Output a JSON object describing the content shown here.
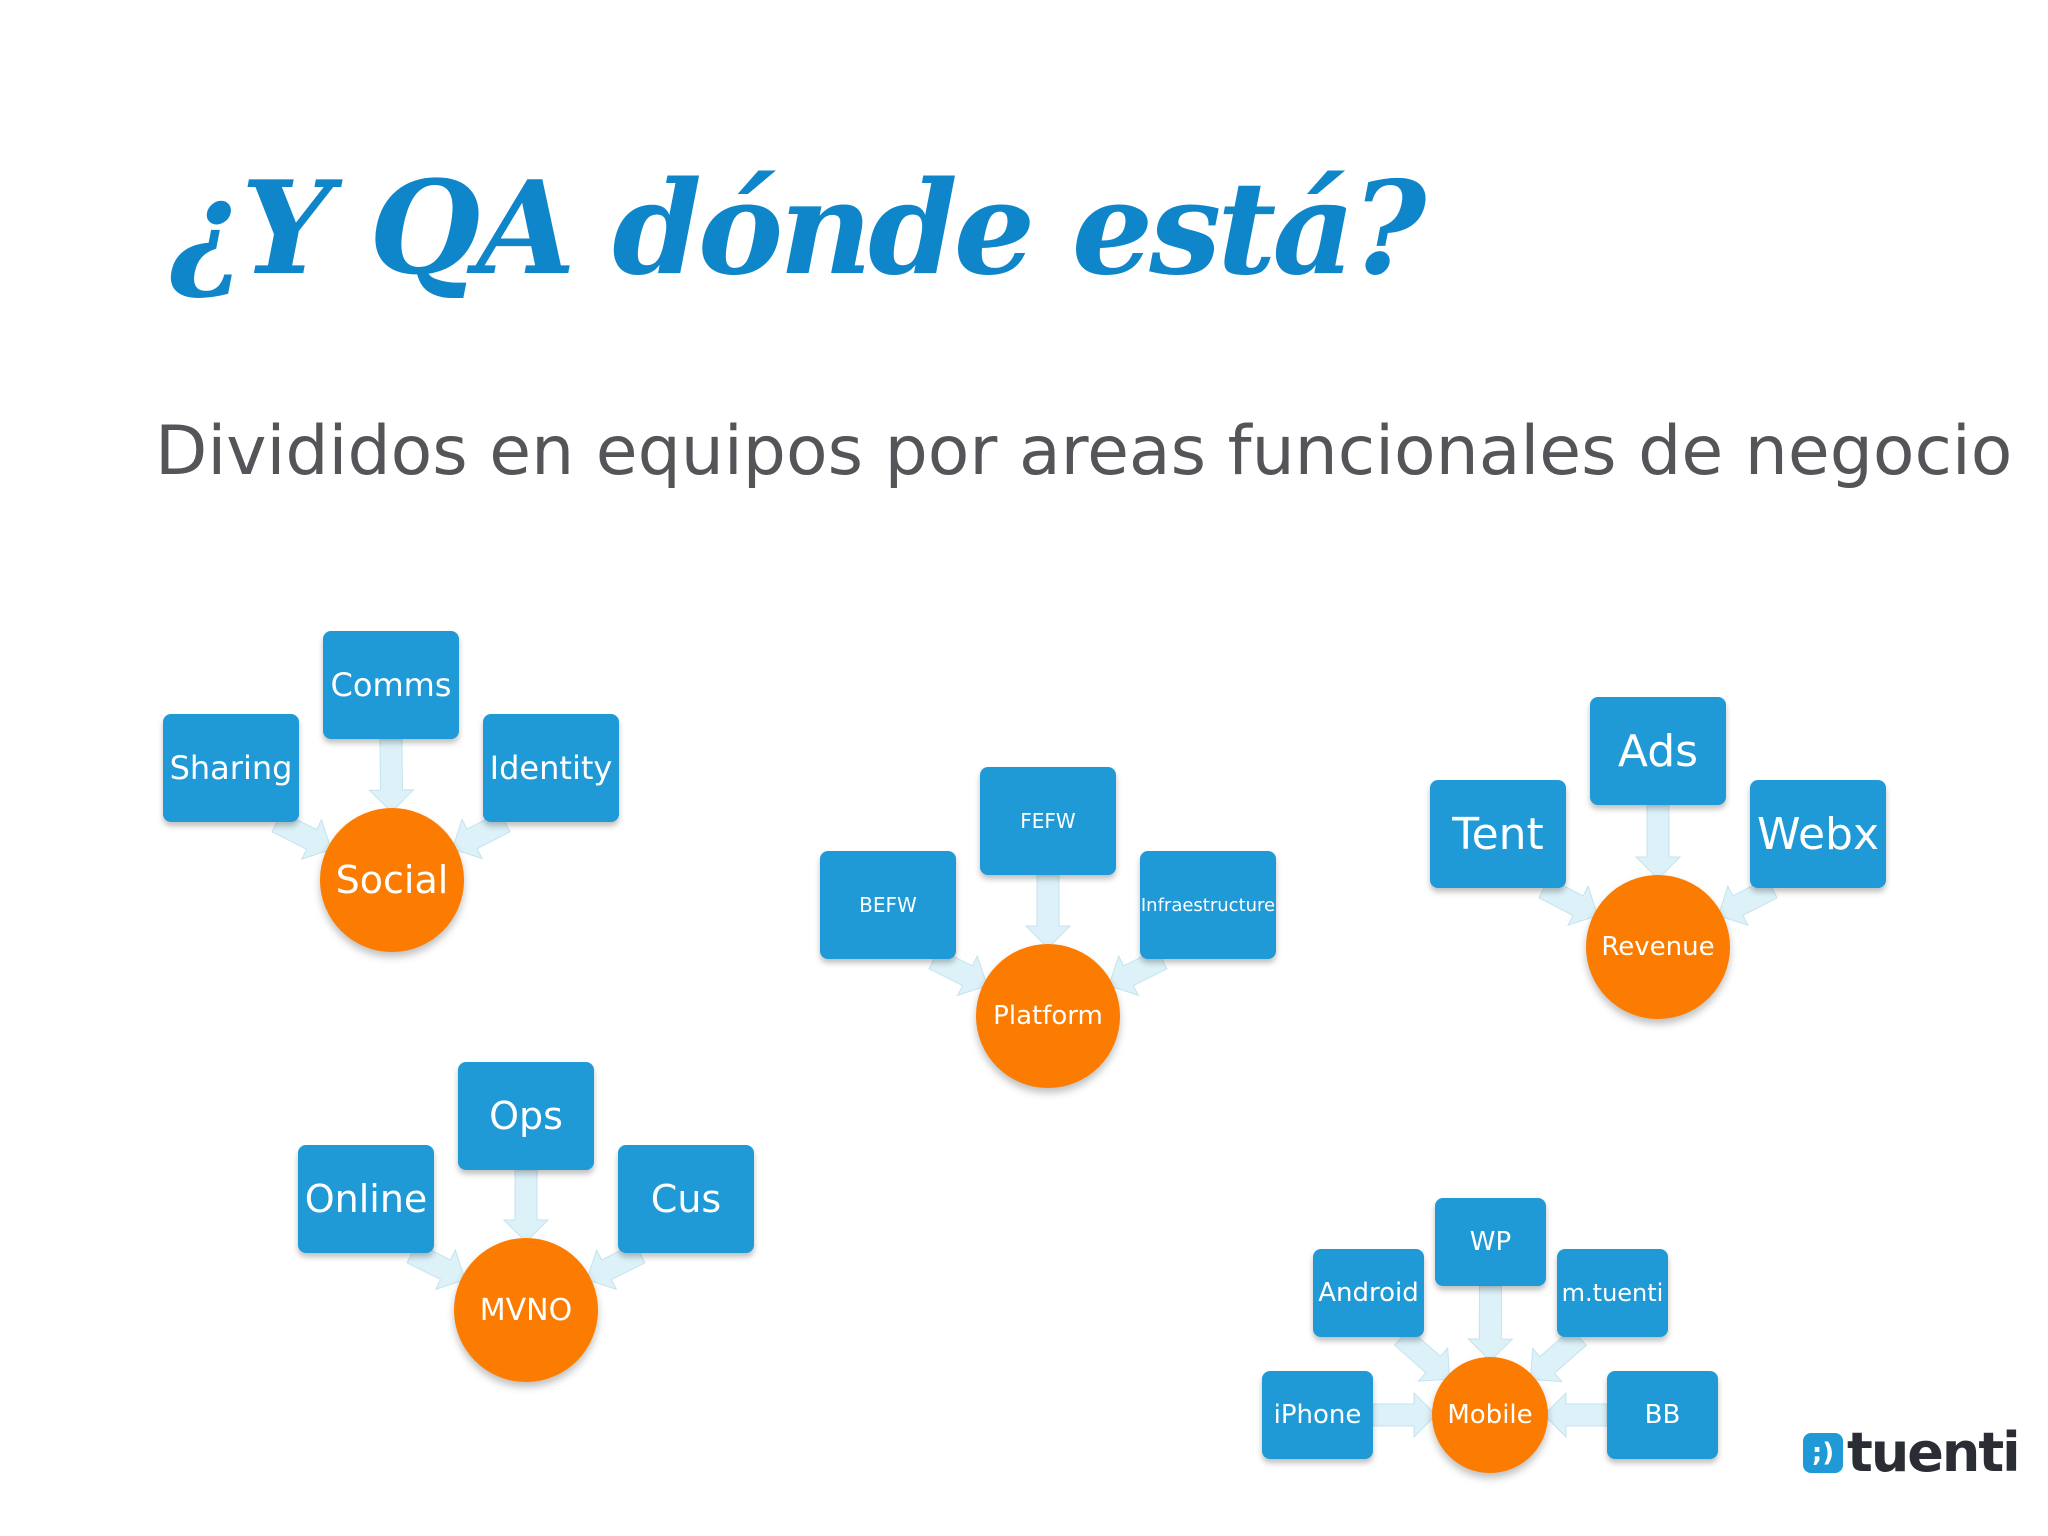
{
  "title": "¿Y QA dónde está?",
  "subtitle": "Divididos en equipos por areas funcionales de negocio",
  "logo": {
    "icon_text": ";)",
    "text": "tuenti"
  },
  "colors": {
    "title": "#0e86c9",
    "box": "#1f9ad6",
    "hub": "#fb7c00",
    "arrow": "#dcf2f8",
    "subtitle": "#555559"
  },
  "groups": [
    {
      "hub": "Social",
      "teams": [
        "Sharing",
        "Comms",
        "Identity"
      ]
    },
    {
      "hub": "Platform",
      "teams": [
        "BEFW",
        "FEFW",
        "Infraestructure"
      ]
    },
    {
      "hub": "Revenue",
      "teams": [
        "Tent",
        "Ads",
        "Webx"
      ]
    },
    {
      "hub": "MVNO",
      "teams": [
        "Online",
        "Ops",
        "Cus"
      ]
    },
    {
      "hub": "Mobile",
      "teams": [
        "Android",
        "WP",
        "m.tuenti",
        "iPhone",
        "BB"
      ]
    }
  ]
}
